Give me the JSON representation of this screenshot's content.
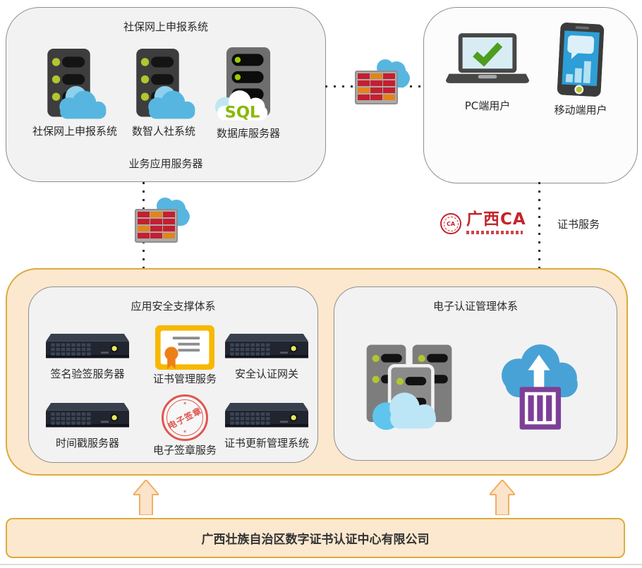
{
  "diagram": {
    "top_left_box": {
      "title": "社保网上申报系统",
      "items": [
        {
          "label": "社保网上申报系统",
          "icon": "server-cloud-icon"
        },
        {
          "label": "数智人社系统",
          "icon": "server-cloud-icon"
        },
        {
          "label": "数据库服务器",
          "icon": "sql-database-cloud-icon",
          "badge": "SQL"
        }
      ],
      "footer": "业务应用服务器"
    },
    "top_right_box": {
      "items": [
        {
          "label": "PC端用户",
          "icon": "laptop-check-icon"
        },
        {
          "label": "移动端用户",
          "icon": "mobile-user-icon"
        }
      ]
    },
    "ca_logo": {
      "badge": "CA",
      "brand": "广西CA"
    },
    "labels": {
      "cert_service": "证书服务"
    },
    "security_panel": {
      "title": "应用安全支撑体系",
      "items": [
        {
          "label": "签名验签服务器",
          "icon": "rack-server-icon"
        },
        {
          "label": "证书管理服务",
          "icon": "certificate-icon"
        },
        {
          "label": "安全认证网关",
          "icon": "rack-server-icon"
        },
        {
          "label": "时间戳服务器",
          "icon": "rack-server-icon"
        },
        {
          "label": "电子签章服务",
          "icon": "stamp-icon",
          "stamp_text": "电子签章"
        },
        {
          "label": "证书更新管理系统",
          "icon": "rack-server-icon"
        }
      ]
    },
    "auth_panel": {
      "title": "电子认证管理体系",
      "icons": [
        "server-farm-cloud-icon",
        "cloud-upload-container-icon"
      ]
    },
    "bottom_bar": {
      "label": "广西壮族自治区数字证书认证中心有限公司"
    },
    "colors": {
      "cloud_blue": "#57b6e0",
      "light_cloud_blue": "#8ed0ec",
      "brick_red": "#c41f30",
      "brick_orange": "#e2841a",
      "ca_red": "#c4242c",
      "stamp_red": "#e0564e",
      "sql_green": "#8ab800",
      "check_green": "#4e9d1f",
      "led_green": "#b3c62e",
      "cert_yellow": "#f7b800",
      "medal_orange": "#ee7f17",
      "container_purple": "#7d3f98",
      "phone_screen_blue": "#2d9ed6",
      "orange_fill": "#fce8cf",
      "orange_border": "#dcab3c",
      "panel_fill": "#f2f2f2",
      "panel_border": "#8f8f8f"
    }
  }
}
